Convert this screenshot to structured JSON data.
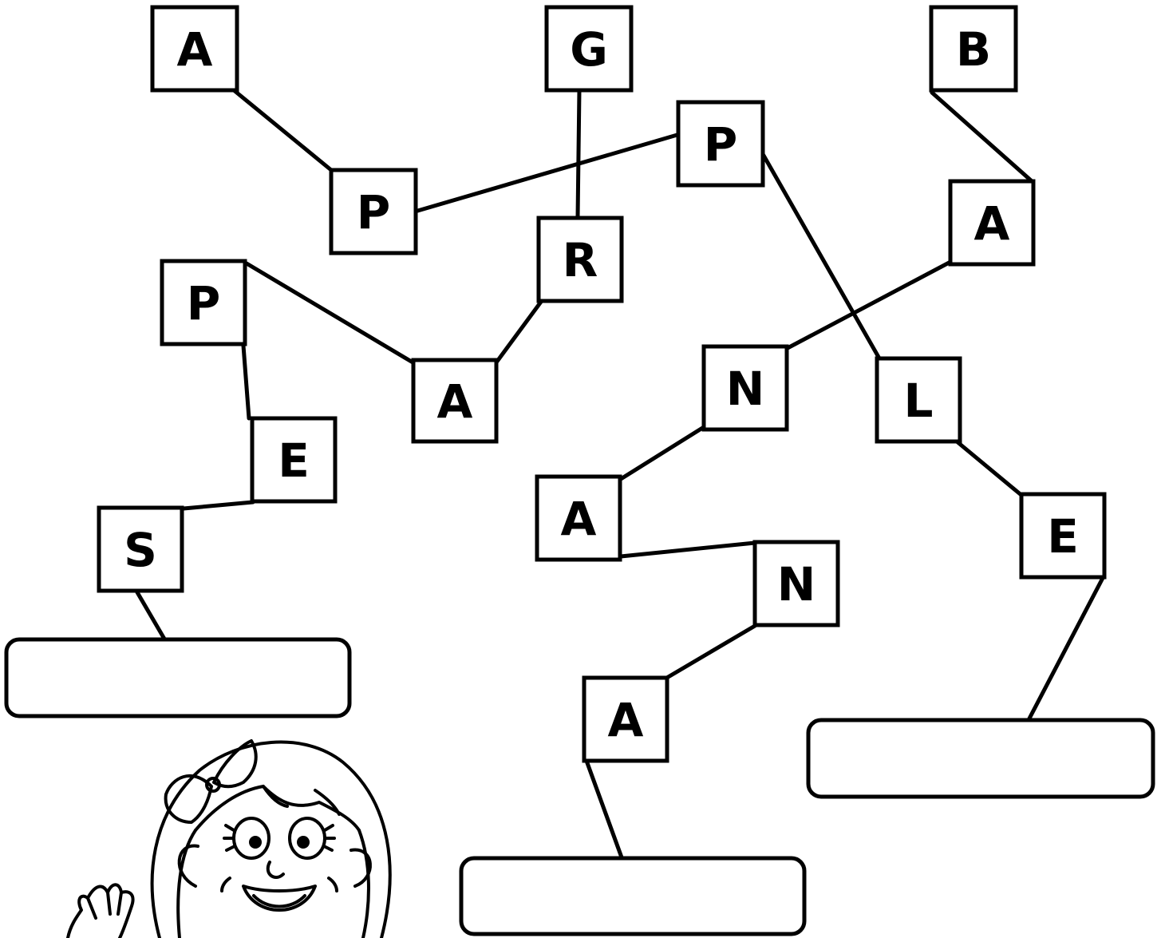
{
  "puzzle": {
    "tiles": [
      {
        "id": "t-a1",
        "letter": "A"
      },
      {
        "id": "t-g",
        "letter": "G"
      },
      {
        "id": "t-b",
        "letter": "B"
      },
      {
        "id": "t-p-top",
        "letter": "P"
      },
      {
        "id": "t-p-mid",
        "letter": "P"
      },
      {
        "id": "t-a-right",
        "letter": "A"
      },
      {
        "id": "t-r",
        "letter": "R"
      },
      {
        "id": "t-p-left",
        "letter": "P"
      },
      {
        "id": "t-a-center",
        "letter": "A"
      },
      {
        "id": "t-n-upper",
        "letter": "N"
      },
      {
        "id": "t-l",
        "letter": "L"
      },
      {
        "id": "t-e-left",
        "letter": "E"
      },
      {
        "id": "t-s",
        "letter": "S"
      },
      {
        "id": "t-a-lower",
        "letter": "A"
      },
      {
        "id": "t-e-right",
        "letter": "E"
      },
      {
        "id": "t-n-lower",
        "letter": "N"
      },
      {
        "id": "t-a-bottom",
        "letter": "A"
      }
    ],
    "answer_boxes": [
      {
        "id": "answer-left",
        "value": ""
      },
      {
        "id": "answer-middle",
        "value": ""
      },
      {
        "id": "answer-right",
        "value": ""
      }
    ]
  },
  "illustration": {
    "icon": "waving-girl-icon"
  }
}
